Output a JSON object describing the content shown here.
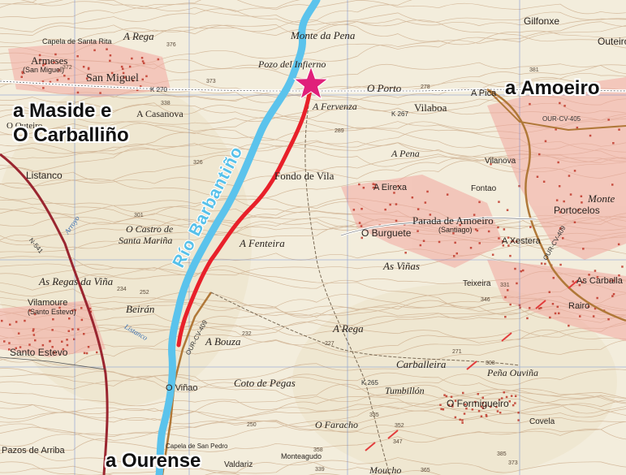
{
  "colors": {
    "background": "#f3eddc",
    "river": "#5bc3ec",
    "route": "#e8202a",
    "star": "#e0207a",
    "road_main": "#9a2630",
    "grid": "#5b7fd0",
    "town": "#f2a8a0"
  },
  "destinations": {
    "maside": "a Maside e\nO Carballiño",
    "amoeiro": "a Amoeiro",
    "ourense": "a Ourense"
  },
  "river_label": "Río Barbantiño",
  "marker": {
    "icon": "star-icon"
  },
  "places": {
    "capela_santa_rita": "Capela de Santa Rita",
    "a_rega_top": "A Rega",
    "armeses": "Armeses",
    "san_miguel_paren": "(San Miguel)",
    "san_miguel": "San Miguel",
    "a_casanova": "A Casanova",
    "o_outeiro": "O Outeiro",
    "listanco": "Listanco",
    "monte_da_pena": "Monte da Pena",
    "pozo_do_inferno": "Pozo del Infierno",
    "o_porto": "O Porto",
    "a_fervenza": "A Fervenza",
    "vilaboa": "Vilaboa",
    "a_pica": "A Pica",
    "gilfonxe": "Gilfonxe",
    "outeiro": "Outeiro",
    "a_pena": "A Pena",
    "vilanova": "Vilanova",
    "fondo_de_vila": "Fondo de Vila",
    "a_eirexa": "A Eirexa",
    "fontao": "Fontao",
    "monte": "Monte",
    "portocelos": "Portocelos",
    "parada_de_amoeiro": "Parada de Amoeiro",
    "santiago": "(Santiago)",
    "o_burguete": "O Burguete",
    "a_xestera": "A Xestera",
    "o_castro": "O Castro de",
    "santa_marina": "Santa Mariña",
    "a_fenteira": "A Fenteira",
    "as_vinas": "As Viñas",
    "arroyo": "Arroyo",
    "as_regas_da_vina": "As Regas da Viña",
    "teixeira": "Teixeira",
    "as_carballas": "As Carballa",
    "rairo": "Rairo",
    "vilamoure": "Vilamoure",
    "santo_estevo_paren": "(Santo Estevo)",
    "beiran": "Beirán",
    "listanco_river": "Listanco",
    "a_bouza": "A Bouza",
    "a_rega_mid": "A Rega",
    "santo_estevo": "Santo Estevo",
    "carballeira": "Carballeira",
    "pena_ouvina": "Peña Ouviña",
    "coto_de_pegas": "Coto de Pegas",
    "o_vinao": "O Viñao",
    "tumbillon": "Tumbillón",
    "o_formigueiro": "O Formigueiro",
    "covela": "Covela",
    "o_faracho": "O Faracho",
    "pazos_de_arriba": "Pazos de Arriba",
    "capela_san_pedro": "Capela de San Pedro",
    "valdariz": "Valdariz",
    "monteagudo": "Monteagudo",
    "moucho": "Moucho"
  },
  "roads": {
    "k270": "K 270",
    "k267": "K 267",
    "k265": "K 265",
    "n541": "N-541",
    "ourcv409_a": "OUR-CV-409",
    "ourcv409_b": "OUR-CV-409",
    "ourcv409_c": "OUR-CV-405"
  },
  "elevations": {
    "e376": "376",
    "e372": "372",
    "e373": "373",
    "e338": "338",
    "e326": "326",
    "e301": "301",
    "e289": "289",
    "e278": "278",
    "e381": "381",
    "e252": "252",
    "e234": "234",
    "e232": "232",
    "e227": "227",
    "e271": "271",
    "e308": "308",
    "e331": "331",
    "e346": "346",
    "e335": "335",
    "e347": "347",
    "e352": "352",
    "e358": "358",
    "e339": "339",
    "e385": "385",
    "e373b": "373",
    "e365": "365",
    "e250": "250"
  }
}
